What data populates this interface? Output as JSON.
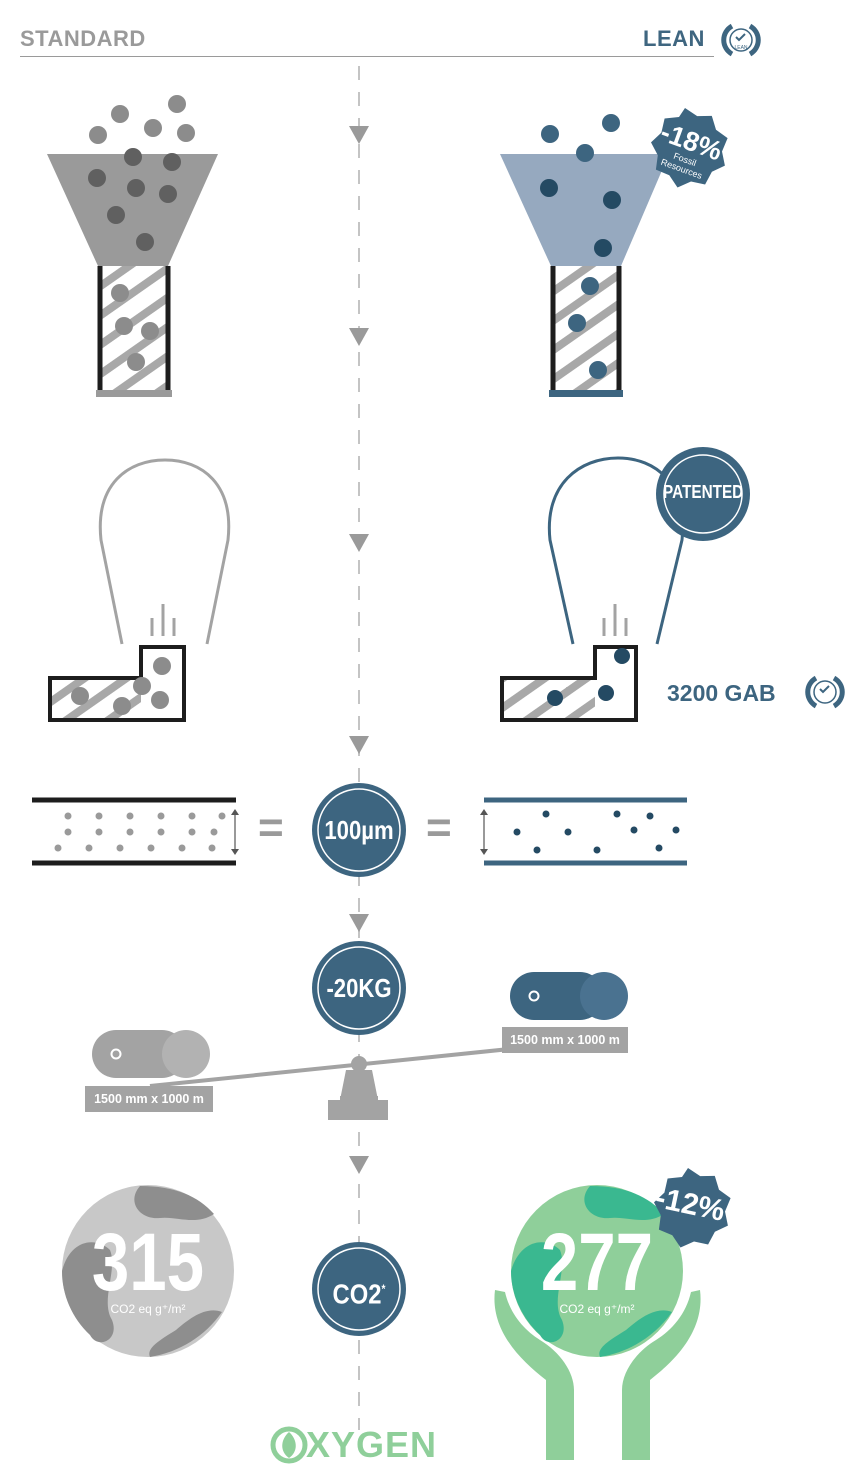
{
  "header": {
    "standard_label": "STANDARD",
    "lean_label": "LEAN",
    "lean_badge_text": "LEAN"
  },
  "raw_materials": {
    "badge_value": "-18%",
    "badge_caption_line1": "Fossil",
    "badge_caption_line2": "Resources"
  },
  "blowing": {
    "badge_text": "PATENTED",
    "lean_gab_label": "3200 GAB"
  },
  "film": {
    "thickness_label": "100µm",
    "equals_left": "=",
    "equals_right": "="
  },
  "weight": {
    "saving_label": "-20KG",
    "roll_standard_label": "1500 mm x 1000 m",
    "roll_lean_label": "1500 mm x 1000 m"
  },
  "co2": {
    "center_label": "CO2",
    "center_superscript": "*",
    "standard_value": "315",
    "lean_value": "277",
    "unit_label": "CO2 eq g⁺/m²",
    "badge_value": "-12%"
  },
  "footer": {
    "brand": "XYGEN"
  },
  "colors": {
    "grey": "#9a9a9a",
    "dark_grey": "#7a7a7a",
    "blue": "#3d6580",
    "light_blue": "#96a9bf",
    "green": "#3ab890",
    "light_green": "#8fcf9a"
  }
}
